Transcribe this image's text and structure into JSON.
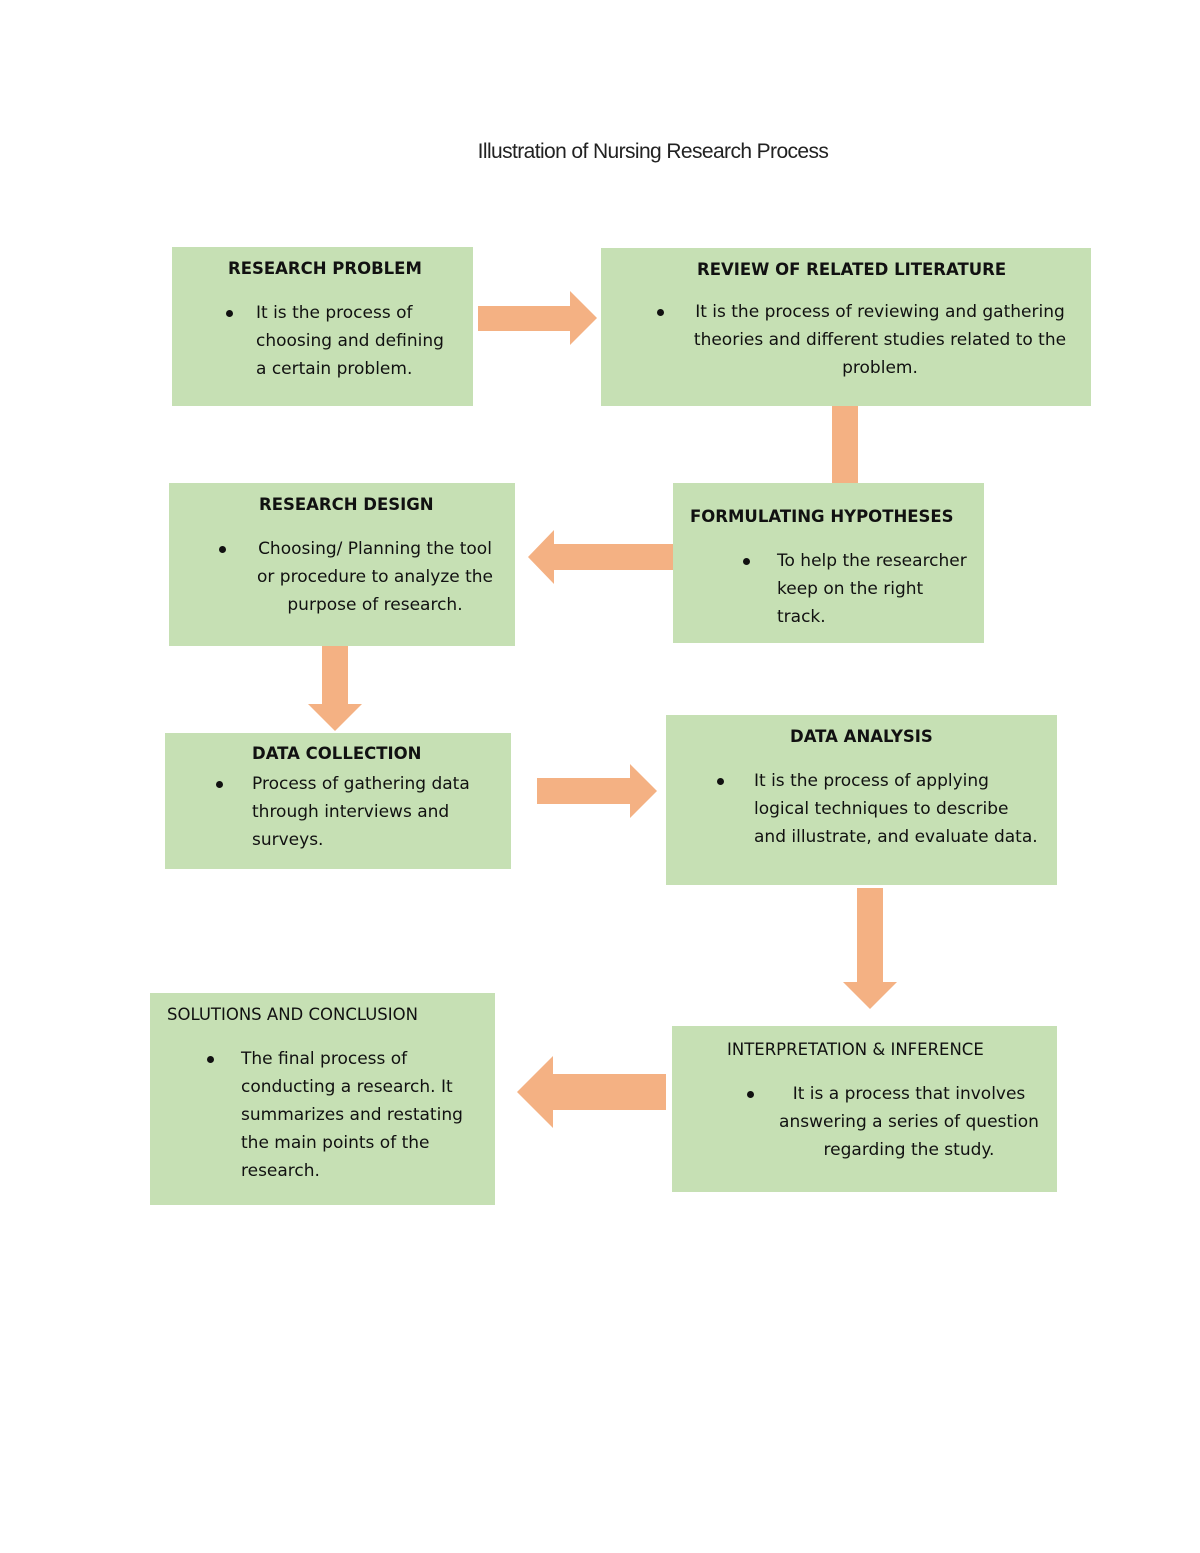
{
  "title": "Illustration of Nursing Research Process",
  "colors": {
    "box_fill": "#c6e0b4",
    "arrow_fill": "#f4b183"
  },
  "steps": [
    {
      "title": "RESEARCH PROBLEM",
      "text": "It is the process of choosing and defining a certain problem."
    },
    {
      "title": "REVIEW OF RELATED LITERATURE",
      "text": "It is the process of reviewing and gathering theories and different studies related to the problem."
    },
    {
      "title": "FORMULATING HYPOTHESES",
      "text": "To help the researcher keep on the right track."
    },
    {
      "title": "RESEARCH DESIGN",
      "text": "Choosing/ Planning the tool or procedure to analyze the purpose of research."
    },
    {
      "title": "DATA COLLECTION",
      "text": "Process of gathering data through interviews and surveys."
    },
    {
      "title": "DATA ANALYSIS",
      "text": "It is the process of applying logical techniques to describe and illustrate, and evaluate data."
    },
    {
      "title": "INTERPRETATION & INFERENCE",
      "text": "It is a process that involves answering a series of question regarding the study."
    },
    {
      "title": "SOLUTIONS AND CONCLUSION",
      "text": "The final process of conducting a research. It summarizes and restating the main points of the research."
    }
  ]
}
